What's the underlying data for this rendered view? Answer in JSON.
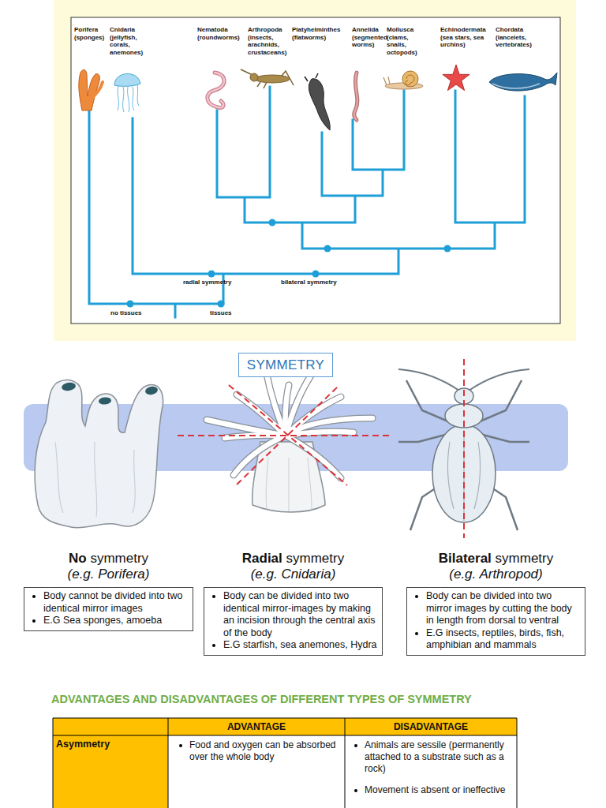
{
  "diagram": {
    "nodes": [
      {
        "text": [
          "SYMMETRY"
        ]
      },
      {
        "text": [
          "No",
          "symmetry",
          "(e.g. Porifera)",
          "Body cannot be divided into two identical mirror images",
          "E.G Sea sponges, amoeba"
        ]
      },
      {
        "text": [
          "Radial",
          "symmetry",
          "(e.g. Cnidaria)",
          "Body can be divided into two identical mirror-images by making an incision through the central axis of the body",
          "E.G starfish, sea anemones, Hydra"
        ]
      },
      {
        "text": [
          "Bilateral",
          "symmetry",
          "(e.g. Arthropod)",
          "Body can be divided into two mirror images by cutting the body in length from dorsal to ventral",
          "E.G insects, reptiles, birds, fish, amphibian and mammals"
        ]
      }
    ],
    "labels": [
      "Porifera (sponges)",
      "Cnidaria (jellyfish, corals, anemones)",
      "Nematoda (roundworms)",
      "Arthropoda (insects, arachnids, crustaceans)",
      "Platyhelminthes (flatworms)",
      "Annelida (segmented worms)",
      "Mollusca (clams, snails, octopods)",
      "Echinodermata (sea stars, sea urchins)",
      "Chordata (lancelets, vertebrates)",
      "radial symmetry",
      "bilateral symmetry",
      "no tissues",
      "tissues",
      "ADVANTAGES AND DISADVANTAGES OF DIFFERENT TYPES OF SYMMETRY",
      "ADVANTAGE",
      "DISADVANTAGE",
      "Asymmetry",
      "Food and oxygen can be absorbed over the whole body",
      "Animals are sessile (permanently attached to a substrate such as a rock)",
      "Movement is absent or ineffective"
    ]
  }
}
